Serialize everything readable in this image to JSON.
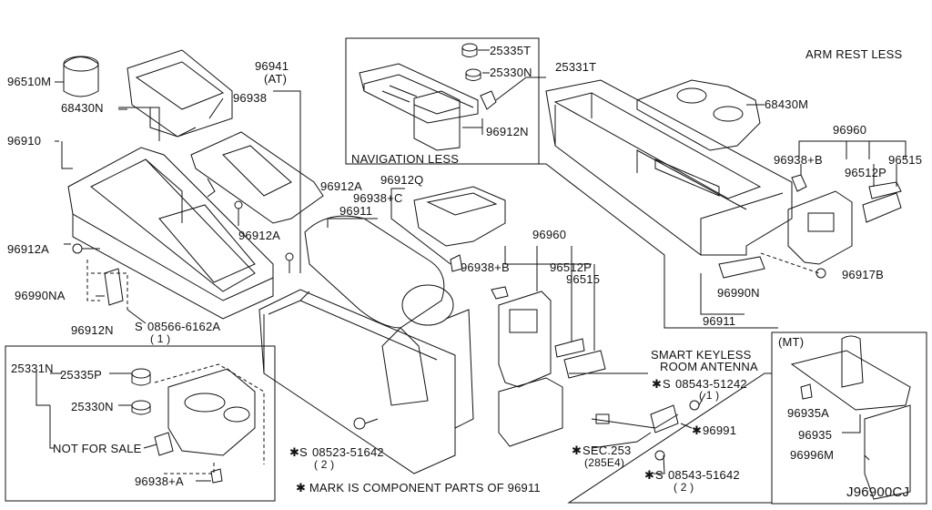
{
  "drawing_code": "J96900CJ",
  "notes": {
    "arm_rest_less": "ARM REST LESS",
    "navigation_less": "NAVIGATION LESS",
    "smart_keyless_line1": "SMART KEYLESS",
    "smart_keyless_line2": "ROOM  ANTENNA",
    "mt": "(MT)",
    "at": "(AT)",
    "not_for_sale": "NOT FOR SALE",
    "footnote": "✱ MARK IS COMPONENT PARTS OF 96911"
  },
  "parts": {
    "p96510M": "96510M",
    "p68430N": "68430N",
    "p96910": "96910",
    "p96941": "96941",
    "p96938": "96938",
    "p96912A_l": "96912A",
    "p96990NA": "96990NA",
    "p96912N_l": "96912N",
    "p08566": "08566-6162A",
    "p08566_q": "( 1 )",
    "p96912A_m": "96912A",
    "p96912A_m2": "96912A",
    "p96912Q": "96912Q",
    "p96938C": "96938+C",
    "p96911": "96911",
    "p25335T": "25335T",
    "p25330N_t": "25330N",
    "p25331T": "25331T",
    "p96912N_t": "96912N",
    "p68430M": "68430M",
    "p96960_r": "96960",
    "p96938B_r": "96938+B",
    "p96512P_r": "96512P",
    "p96515_r": "96515",
    "p96917B": "96917B",
    "p96990N": "96990N",
    "p96911_r": "96911",
    "p96960_m": "96960",
    "p96938B_m": "96938+B",
    "p96512P_m": "96512P",
    "p96515_m": "96515",
    "p25331N": "25331N",
    "p25335P": "25335P",
    "p25330N_b": "25330N",
    "p96938A": "96938+A",
    "p08523": "08523-51642",
    "p08523_q": "( 2 )",
    "p08543_a": "08543-51242",
    "p08543_a_q": "( 1 )",
    "p96991": "96991",
    "psec253": "SEC.253",
    "psec253_sub": "(285E4)",
    "p08543_b": "08543-51642",
    "p08543_b_q": "( 2 )",
    "p96935A": "96935A",
    "p96935": "96935",
    "p96996M": "96996M"
  },
  "symbols": {
    "star": "✱",
    "screw": "S"
  }
}
